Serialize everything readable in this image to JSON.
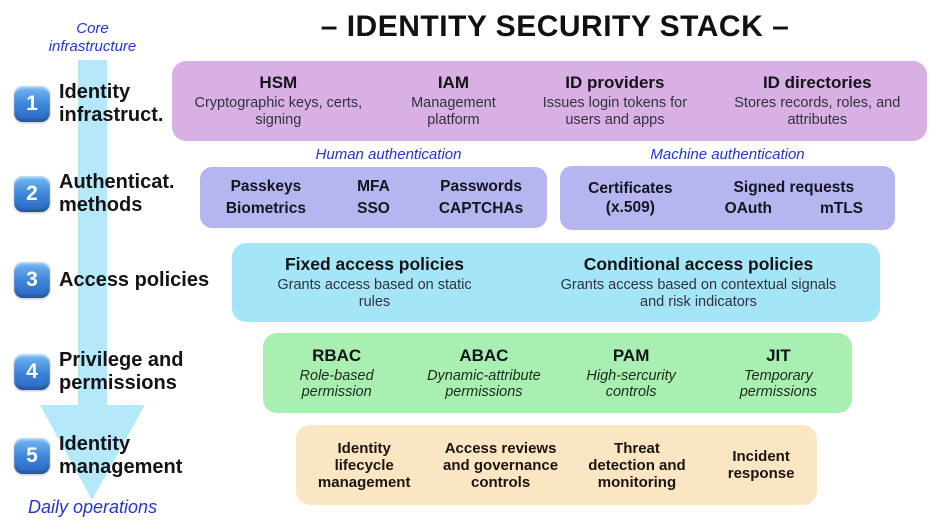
{
  "title": "– IDENTITY SECURITY STACK –",
  "timeline": {
    "top_label_line1": "Core",
    "top_label_line2": "infrastructure",
    "bottom_label": "Daily operations",
    "arrow_color": "#b5e9fa"
  },
  "steps": [
    {
      "num": "1",
      "line1": "Identity",
      "line2": "infrastruct."
    },
    {
      "num": "2",
      "line1": "Authenticat.",
      "line2": "methods"
    },
    {
      "num": "3",
      "line1": "Access policies",
      "line2": ""
    },
    {
      "num": "4",
      "line1": "Privilege and",
      "line2": "permissions"
    },
    {
      "num": "5",
      "line1": "Identity",
      "line2": "management"
    }
  ],
  "infrastructure_band": {
    "color": "#d8b0e4",
    "items": [
      {
        "title": "HSM",
        "desc": "Cryptographic keys, certs, signing"
      },
      {
        "title": "IAM",
        "desc": "Management platform"
      },
      {
        "title": "ID providers",
        "desc": "Issues login tokens for users and apps"
      },
      {
        "title": "ID directories",
        "desc": "Stores records, roles, and attributes"
      }
    ]
  },
  "authentication_band": {
    "color": "#b5b5f0",
    "human_label": "Human authentication",
    "machine_label": "Machine authentication",
    "human_items": [
      "Passkeys",
      "MFA",
      "Passwords",
      "Biometrics",
      "SSO",
      "CAPTCHAs"
    ],
    "machine": {
      "cert_title": "Certificates",
      "cert_sub": "(x.509)",
      "signed": "Signed requests",
      "oauth": "OAuth",
      "mtls": "mTLS"
    }
  },
  "access_band": {
    "color": "#a5e5f8",
    "items": [
      {
        "title": "Fixed access policies",
        "desc": "Grants access based on static rules"
      },
      {
        "title": "Conditional access policies",
        "desc": "Grants access based on contextual signals and risk indicators"
      }
    ]
  },
  "privilege_band": {
    "color": "#a9efb2",
    "items": [
      {
        "title": "RBAC",
        "desc": "Role-based permission"
      },
      {
        "title": "ABAC",
        "desc": "Dynamic-attribute permissions"
      },
      {
        "title": "PAM",
        "desc": "High-sercurity controls"
      },
      {
        "title": "JIT",
        "desc": "Temporary permissions"
      }
    ]
  },
  "management_band": {
    "color": "#fae6c3",
    "items": [
      "Identity lifecycle management",
      "Access reviews and governance controls",
      "Threat detection and monitoring",
      "Incident response"
    ]
  },
  "colors": {
    "accent_blue": "#2435cf",
    "badge_blue": "#3b81d8",
    "title_black": "#111111"
  }
}
